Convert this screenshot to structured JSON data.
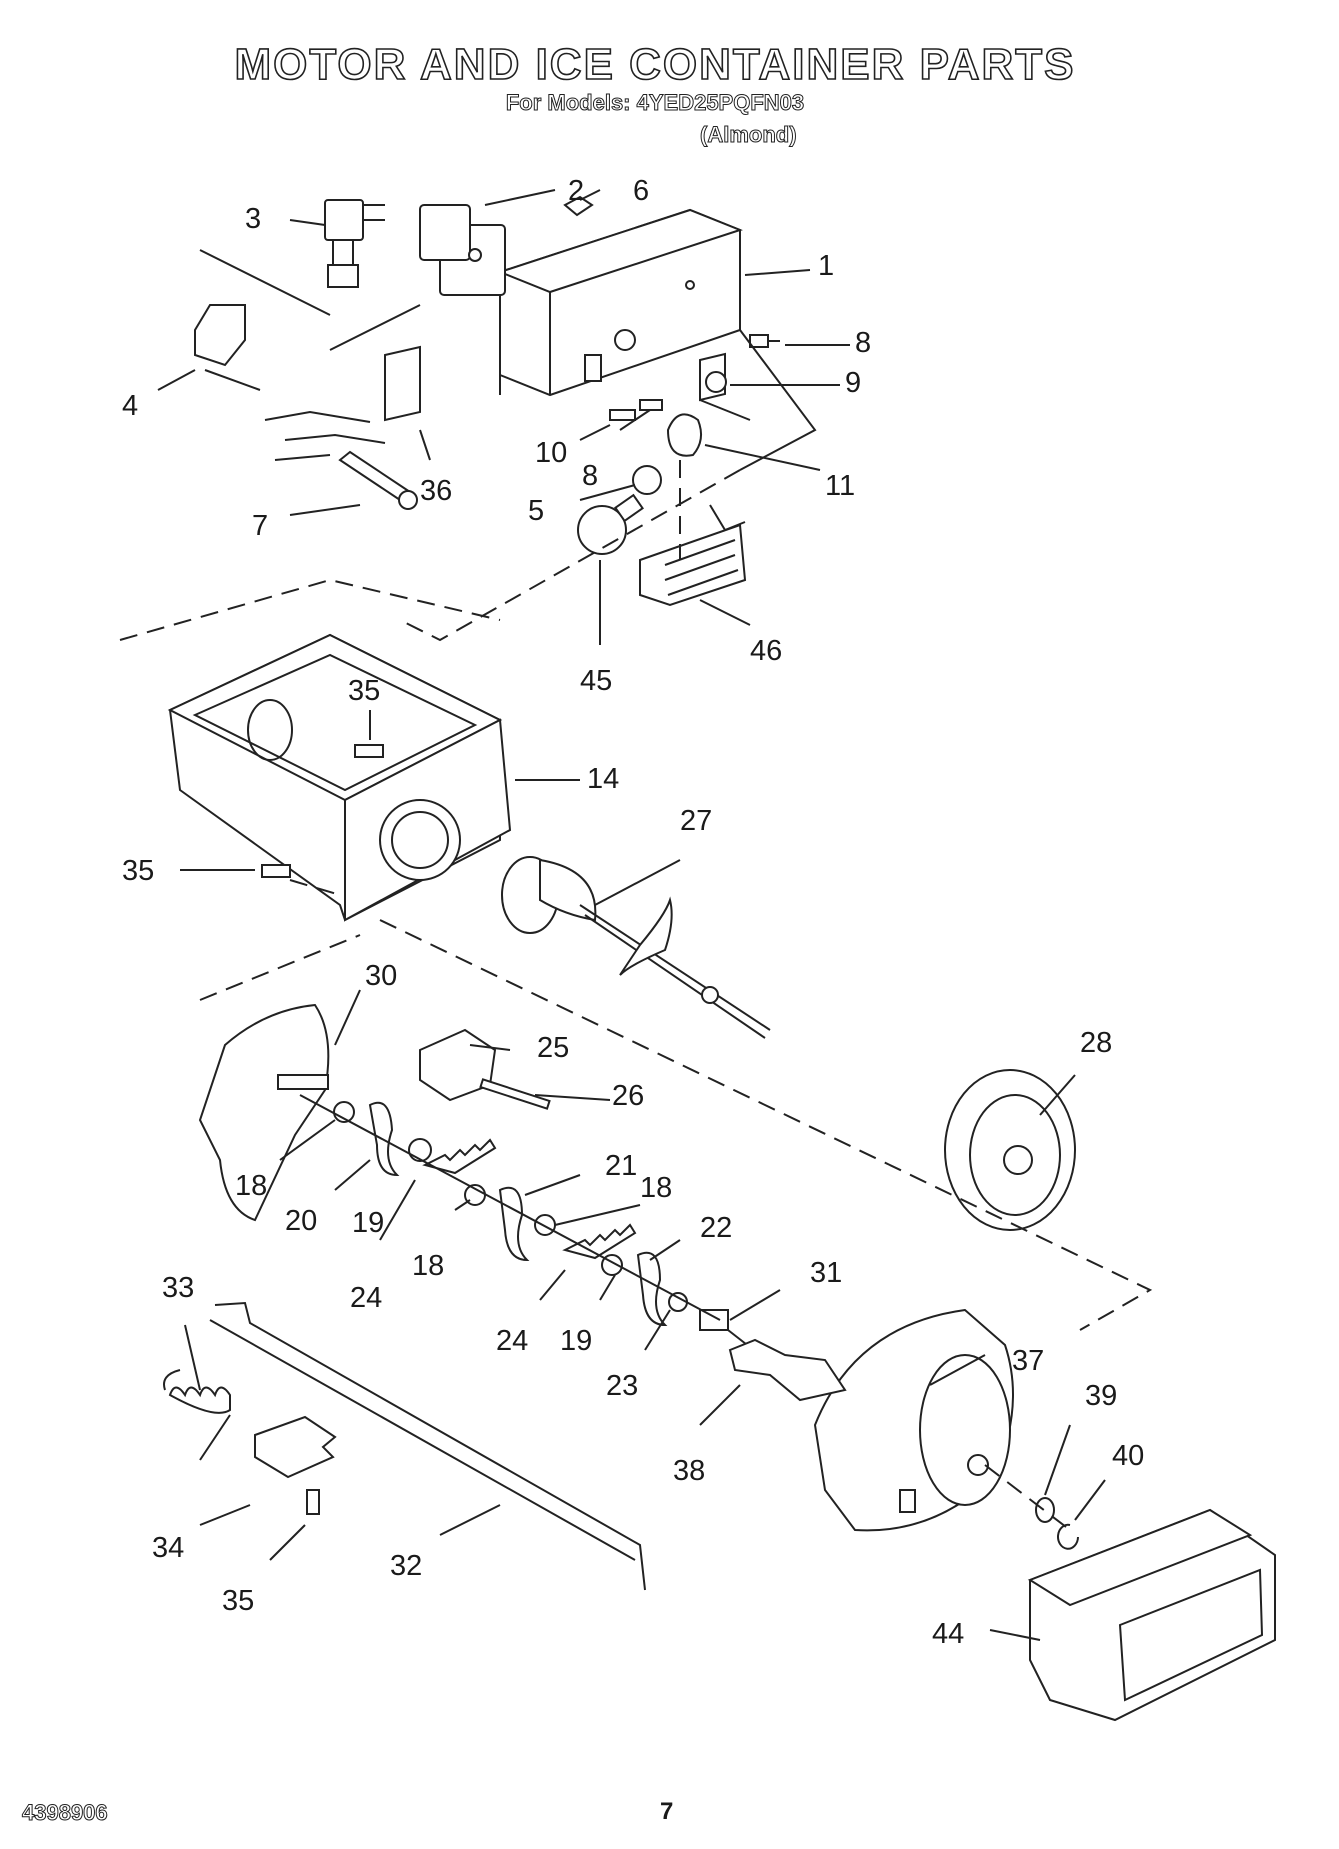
{
  "header": {
    "title": "MOTOR AND ICE CONTAINER PARTS",
    "models": "For Models: 4YED25PQFN03",
    "finish": "(Almond)"
  },
  "footer": {
    "doc_number": "4398906",
    "page_number": "7"
  },
  "callouts": [
    "1",
    "2",
    "3",
    "4",
    "5",
    "6",
    "7",
    "8",
    "8",
    "9",
    "10",
    "11",
    "14",
    "18",
    "18",
    "18",
    "19",
    "19",
    "20",
    "21",
    "22",
    "23",
    "24",
    "24",
    "25",
    "26",
    "27",
    "28",
    "30",
    "31",
    "32",
    "33",
    "34",
    "35",
    "35",
    "35",
    "36",
    "37",
    "38",
    "39",
    "40",
    "44",
    "45",
    "46"
  ]
}
